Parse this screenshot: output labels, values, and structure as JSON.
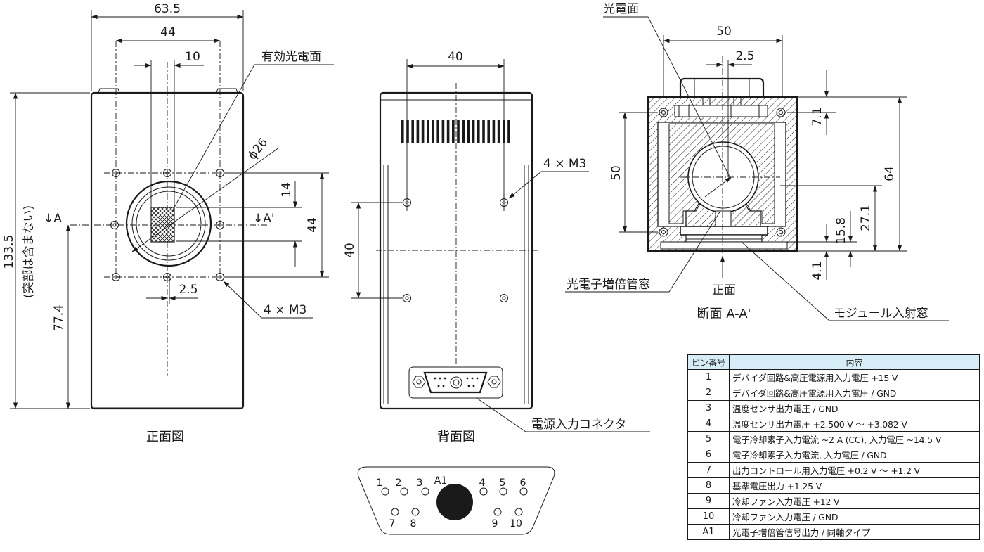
{
  "front": {
    "caption": "正面図",
    "dim_width": "63.5",
    "dim_hole_pitch": "44",
    "dim_active_width": "10",
    "label_active_area": "有効光電面",
    "dim_window_dia": "ϕ26",
    "dim_height": "133.5",
    "dim_height_note": "(突部は含まない)",
    "dim_center_height": "77.4",
    "dim_offset_14": "14",
    "dim_vertical_pitch": "44",
    "dim_offset_2_5": "2.5",
    "label_section_left": "↓A",
    "label_section_right": "↓A'",
    "label_screw": "4 × M3"
  },
  "back": {
    "caption": "背面図",
    "dim_hole_pitch_h": "40",
    "dim_hole_pitch_v": "40",
    "label_screw": "4 × M3",
    "label_connector": "電源入力コネクタ"
  },
  "section": {
    "caption": "断面 A-A'",
    "label_photocathode": "光電面",
    "dim_width": "50",
    "dim_offset": "2.5",
    "dim_inner_height": "50",
    "dim_7_1": "7.1",
    "dim_64": "64",
    "dim_27_1": "27.1",
    "dim_15_8": "15.8",
    "dim_4_1": "4.1",
    "label_front": "正面",
    "label_pmt_window": "光電子増倍管窓",
    "label_module_window": "モジュール入射窓"
  },
  "connector_pins": {
    "top_row": [
      "1",
      "2",
      "3",
      "A1",
      "4",
      "5",
      "6"
    ],
    "bottom_row": [
      "7",
      "8",
      "9",
      "10"
    ]
  },
  "pin_table": {
    "header": {
      "number": "ピン番号",
      "content": "内容"
    },
    "rows": [
      {
        "num": "1",
        "desc": "デバイダ回路&高圧電源用入力電圧 +15 V"
      },
      {
        "num": "2",
        "desc": "デバイダ回路&高圧電源用入力電圧 / GND"
      },
      {
        "num": "3",
        "desc": "温度センサ出力電圧 / GND"
      },
      {
        "num": "4",
        "desc": "温度センサ出力電圧 +2.500 V ～ +3.082 V"
      },
      {
        "num": "5",
        "desc": "電子冷却素子入力電流 ~2 A (CC), 入力電圧 ~14.5 V"
      },
      {
        "num": "6",
        "desc": "電子冷却素子入力電流, 入力電圧 / GND"
      },
      {
        "num": "7",
        "desc": "出力コントロール用入力電圧 +0.2 V ～ +1.2 V"
      },
      {
        "num": "8",
        "desc": "基準電圧出力 +1.25 V"
      },
      {
        "num": "9",
        "desc": "冷却ファン入力電圧 +12 V"
      },
      {
        "num": "10",
        "desc": "冷却ファン入力電圧 / GND"
      },
      {
        "num": "A1",
        "desc": "光電子増倍管信号出力 / 同軸タイプ"
      }
    ]
  }
}
